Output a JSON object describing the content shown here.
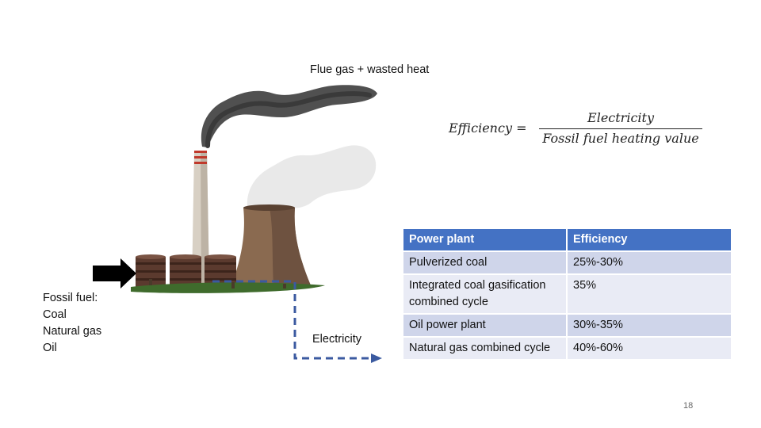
{
  "labels": {
    "flue": "Flue gas + wasted heat",
    "fossil_title": "Fossil fuel:",
    "fossil_items": [
      "Coal",
      "Natural gas",
      "Oil"
    ],
    "electricity": "Electricity"
  },
  "formula": {
    "lhs": "Efficiency =",
    "numerator": "Electricity",
    "denominator": "Fossil fuel heating value"
  },
  "table": {
    "headers": [
      "Power plant",
      "Efficiency"
    ],
    "rows": [
      [
        "Pulverized coal",
        "25%-30%"
      ],
      [
        "Integrated coal gasification combined cycle",
        "35%"
      ],
      [
        "Oil power plant",
        "30%-35%"
      ],
      [
        "Natural gas combined cycle",
        "40%-60%"
      ]
    ]
  },
  "slide_number": "18",
  "colors": {
    "table_header": "#4472c4",
    "table_row_odd": "#cfd5ea",
    "table_row_even": "#e9ebf5",
    "arrow_dashed": "#3b5aa0"
  }
}
